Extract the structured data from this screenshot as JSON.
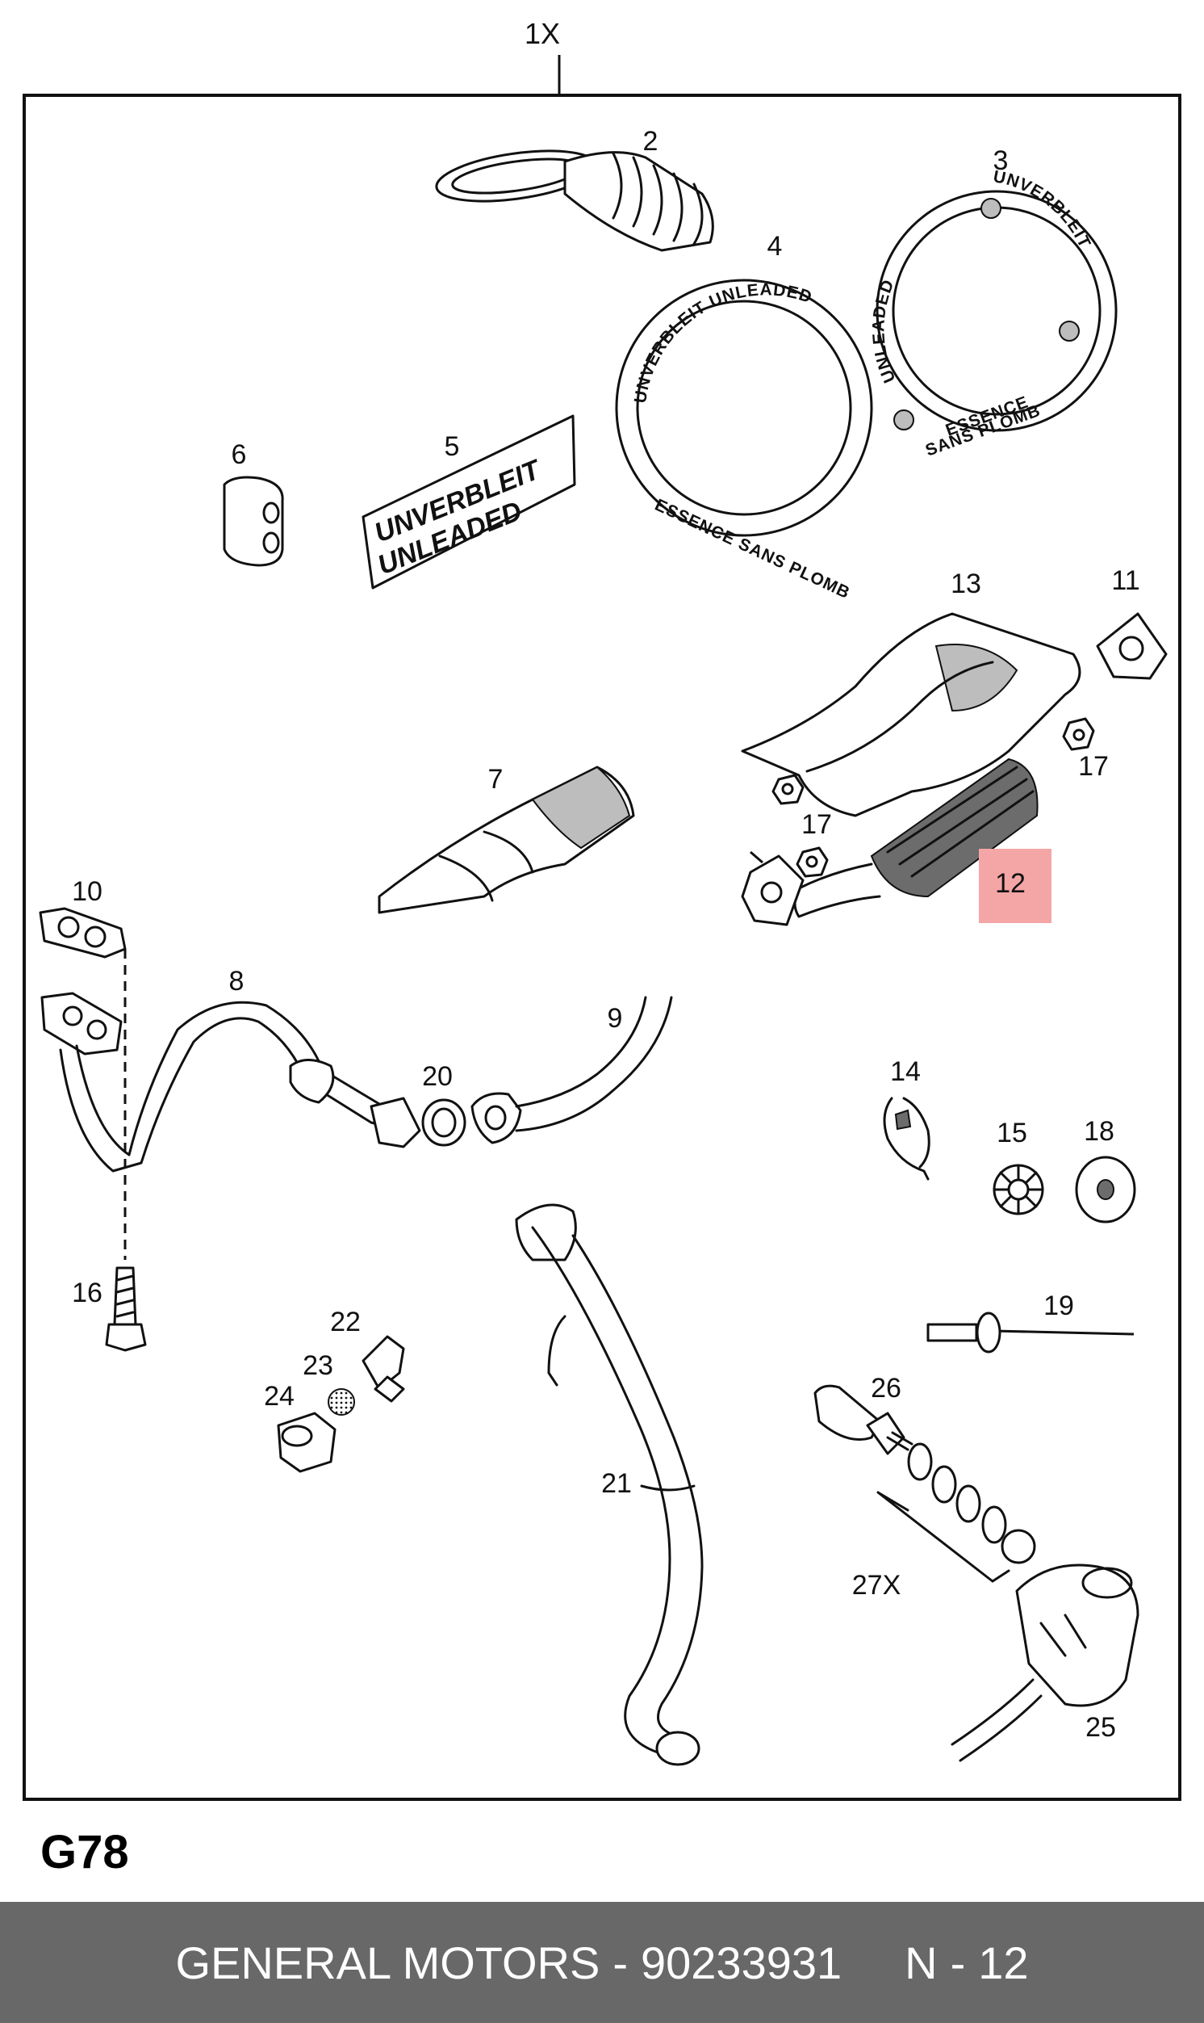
{
  "diagram": {
    "kit_label": "1X",
    "code": "G78",
    "highlight_color": "#f4a6a6",
    "highlighted_part": "12",
    "parts": [
      {
        "id": "2",
        "label": "2"
      },
      {
        "id": "3",
        "label": "3"
      },
      {
        "id": "4",
        "label": "4"
      },
      {
        "id": "5",
        "label": "5"
      },
      {
        "id": "6",
        "label": "6"
      },
      {
        "id": "7",
        "label": "7"
      },
      {
        "id": "8",
        "label": "8"
      },
      {
        "id": "9",
        "label": "9"
      },
      {
        "id": "10",
        "label": "10"
      },
      {
        "id": "11",
        "label": "11"
      },
      {
        "id": "12",
        "label": "12"
      },
      {
        "id": "13",
        "label": "13"
      },
      {
        "id": "14",
        "label": "14"
      },
      {
        "id": "15",
        "label": "15"
      },
      {
        "id": "16",
        "label": "16"
      },
      {
        "id": "17a",
        "label": "17"
      },
      {
        "id": "17b",
        "label": "17"
      },
      {
        "id": "18",
        "label": "18"
      },
      {
        "id": "19",
        "label": "19"
      },
      {
        "id": "20",
        "label": "20"
      },
      {
        "id": "21",
        "label": "21"
      },
      {
        "id": "22",
        "label": "22"
      },
      {
        "id": "23",
        "label": "23"
      },
      {
        "id": "24",
        "label": "24"
      },
      {
        "id": "25",
        "label": "25"
      },
      {
        "id": "26",
        "label": "26"
      },
      {
        "id": "27",
        "label": "27X"
      }
    ],
    "stickers": {
      "badge_line1": "UNVERBLEIT",
      "badge_line2": "UNLEADED",
      "ring4_top": "UNVERBLEIT UNLEADED",
      "ring4_bottom": "ESSENCE SANS PLOMB",
      "ring3_top": "UNVERBLEIT",
      "ring3_left": "UNLEADED",
      "ring3_bottom1": "ESSENCE",
      "ring3_bottom2": "SANS PLOMB"
    }
  },
  "footer": {
    "manufacturer": "GENERAL MOTORS",
    "dash": "-",
    "part_number": "90233931",
    "ref_prefix": "N",
    "ref_number": "12"
  }
}
